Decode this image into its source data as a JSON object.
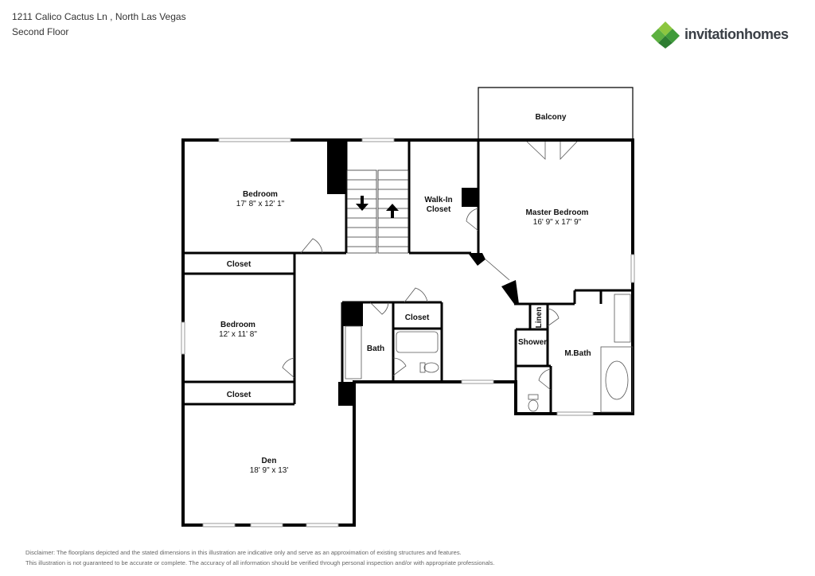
{
  "header": {
    "address": "1211 Calico Cactus Ln , North Las Vegas",
    "floor": "Second Floor"
  },
  "brand": {
    "name": "invitationhomes",
    "icon": "diamond-logo-icon",
    "colors": [
      "#8cc63f",
      "#4caf50",
      "#2e7d32"
    ]
  },
  "rooms": {
    "balcony": {
      "name": "Balcony"
    },
    "bedroom1": {
      "name": "Bedroom",
      "dims": "17' 8\" x 12' 1\""
    },
    "walkin": {
      "name_line1": "Walk-In",
      "name_line2": "Closet"
    },
    "master": {
      "name": "Master Bedroom",
      "dims": "16' 9\" x 17' 9\""
    },
    "closet1": {
      "name": "Closet"
    },
    "bedroom2": {
      "name": "Bedroom",
      "dims": "12' x 11' 8\""
    },
    "closet_hall": {
      "name": "Closet"
    },
    "bath": {
      "name": "Bath"
    },
    "linen": {
      "name": "Linen"
    },
    "shower": {
      "name": "Shower"
    },
    "mbath": {
      "name": "M.Bath"
    },
    "closet2": {
      "name": "Closet"
    },
    "den": {
      "name": "Den",
      "dims": "18' 9\" x 13'"
    }
  },
  "disclaimer": {
    "line1": "Disclaimer: The floorplans depicted and the stated dimensions in this illustration are indicative only and serve as an approximation of existing structures and features.",
    "line2": "This illustration is not guaranteed to be accurate or complete. The accuracy of all information should be verified through personal inspection and/or with appropriate professionals."
  }
}
